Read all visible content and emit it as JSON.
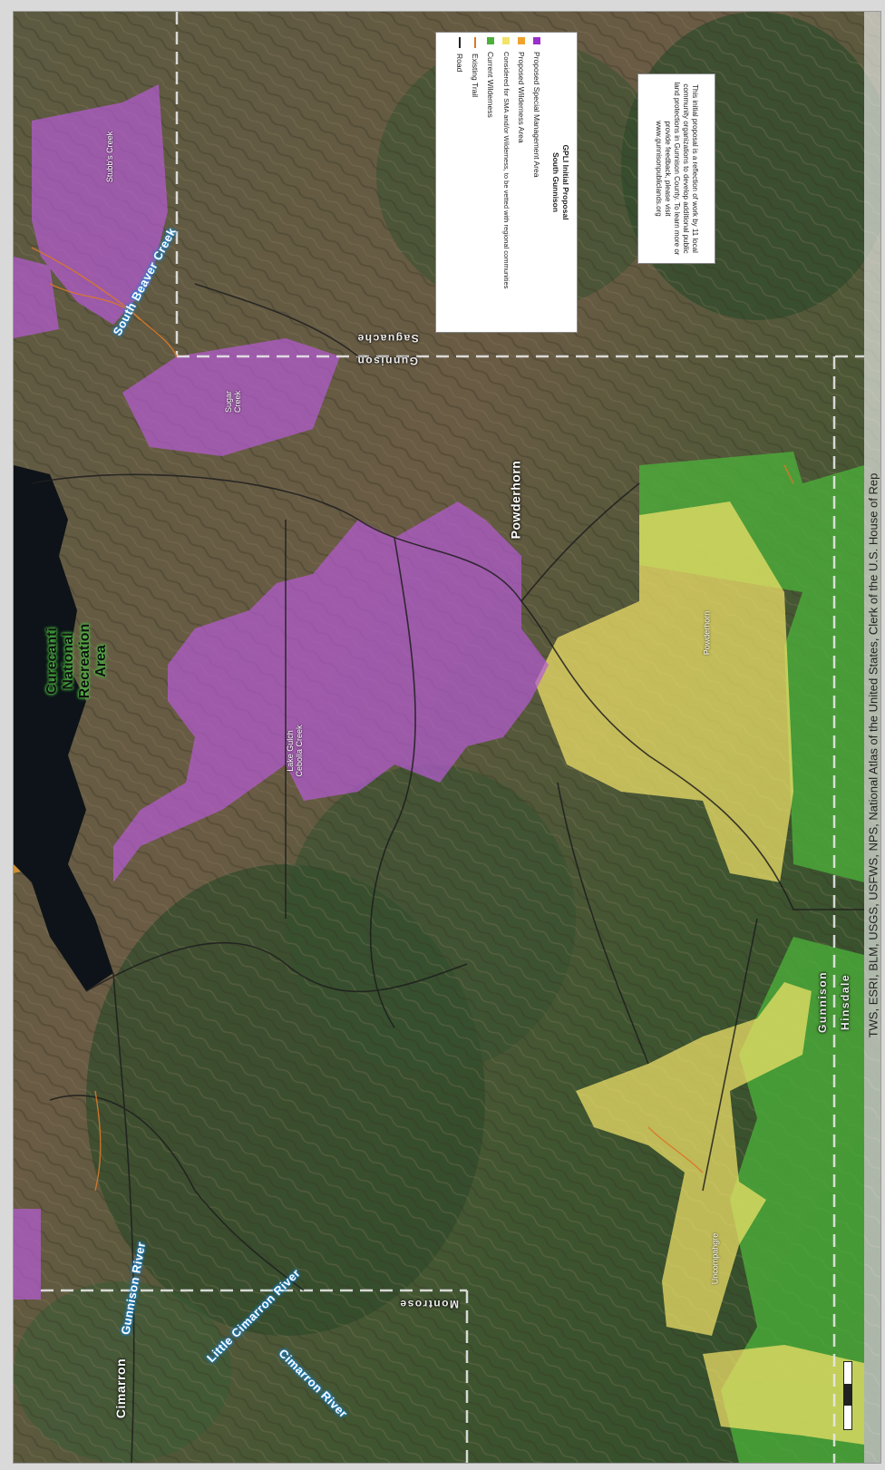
{
  "legend": {
    "title": "GPLI Initial Proposal",
    "subtitle": "South Gunnison",
    "items": [
      {
        "label": "Proposed Special Management Area",
        "color": "#9b2fc9",
        "type": "swatch"
      },
      {
        "label": "Proposed Wilderness Area",
        "color": "#f0a22e",
        "type": "swatch"
      },
      {
        "label": "Considered for SMA and/or Wilderness, to be vetted with regional communities",
        "color": "#f3e36a",
        "type": "swatch"
      },
      {
        "label": "Current Wilderness",
        "color": "#4caf3a",
        "type": "swatch"
      },
      {
        "label": "Existing Trail",
        "color": "#d9782a",
        "type": "line"
      },
      {
        "label": "Road",
        "color": "#222222",
        "type": "line"
      }
    ]
  },
  "note": "This initial proposal is a reflection of work by 11 local community organizations to develop additional public land protections in Gunnison County. To learn more or provide feedback, please visit www.gunnisonpubliclands.org",
  "attribution": "TWS, ESRI, BLM, USGS, USFWS, NPS, National Atlas of the United States, Clerk of the U.S. House of Rep",
  "area_labels": {
    "stubbs": "Stubb's Creek",
    "sugar": "Sugar Creek",
    "lake_gulch": "Lake Gulch Cebolla Creek",
    "powderhorn_area": "Powderhorn",
    "uncompahgre": "Uncompahgre"
  },
  "rivers": {
    "south_beaver": "South Beaver Creek",
    "gunnison_river": "Gunnison River",
    "little_cimarron": "Little Cimarron River",
    "cimarron_river": "Cimarron River"
  },
  "recreation_area": "Curecanti National Recreation Area",
  "towns": {
    "powderhorn": "Powderhorn",
    "cimarron": "Cimarron"
  },
  "counties": {
    "saguache": "Saguache",
    "gunnison_top": "Gunnison",
    "gunnison_right": "Gunnison",
    "hinsdale": "Hinsdale",
    "montrose": "Montrose"
  },
  "colors": {
    "sma": "#9b2fc9",
    "wilderness_proposed": "#f0a22e",
    "considered": "#f3e36a",
    "current_wilderness": "#4caf3a",
    "trail": "#d9782a",
    "road": "#222222",
    "water": "#0d1318"
  }
}
